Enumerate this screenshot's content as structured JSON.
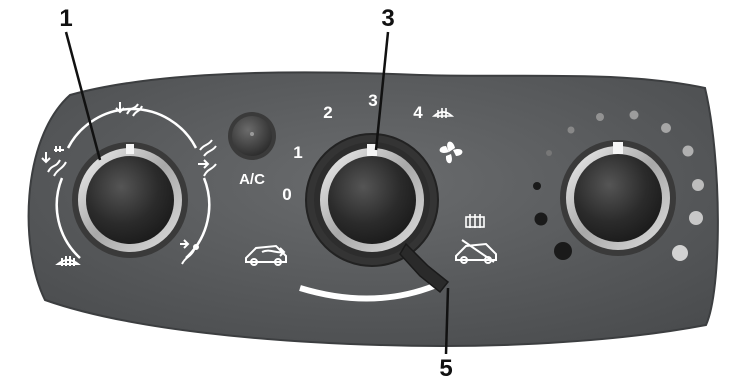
{
  "callouts": {
    "one": "1",
    "three": "3",
    "five": "5"
  },
  "ac_label": "A/C",
  "fan_scale": {
    "zero": "0",
    "one": "1",
    "two": "2",
    "three": "3",
    "four": "4"
  },
  "colors": {
    "panel": "#5e6062",
    "knob_ring": "#d9d9d9",
    "knob_face": "#2b2b2b",
    "symbols": "#ffffff",
    "callouts": "#111111"
  },
  "icons": [
    "feet-vent-icon",
    "face-vent-icon",
    "face-feet-vent-icon",
    "windscreen-feet-icon",
    "windscreen-demist-icon",
    "fan-icon",
    "recirculation-icon",
    "fresh-air-icon",
    "rear-demist-icon"
  ]
}
